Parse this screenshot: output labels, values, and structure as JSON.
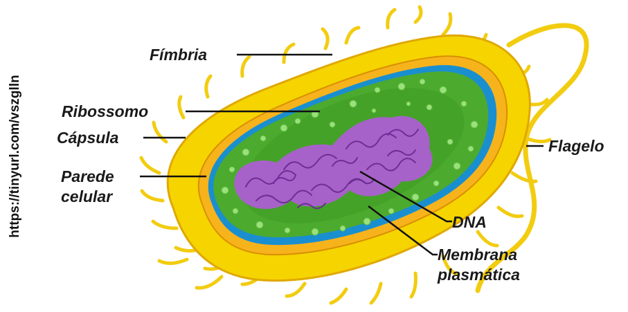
{
  "side_url": "https://tinyurl.com/vszglln",
  "labels": {
    "fimbria": "Fímbria",
    "ribossomo": "Ribossomo",
    "capsula": "Cápsula",
    "parede_line1": "Parede",
    "parede_line2": "celular",
    "flagelo": "Flagelo",
    "dna": "DNA",
    "membrana_line1": "Membrana",
    "membrana_line2": "plasmática"
  },
  "colors": {
    "capsule": "#f5d400",
    "capsule_edge": "#e0a800",
    "cell_wall": "#f7b31c",
    "cytoplasm": "#4caa2e",
    "cytoplasm_dark": "#2f8a1e",
    "ribosome": "#9be07c",
    "dna": "#a662c9",
    "dna_strand": "#6e2e94",
    "membrane_blue": "#1a8fd0",
    "leader_line": "#111111"
  }
}
